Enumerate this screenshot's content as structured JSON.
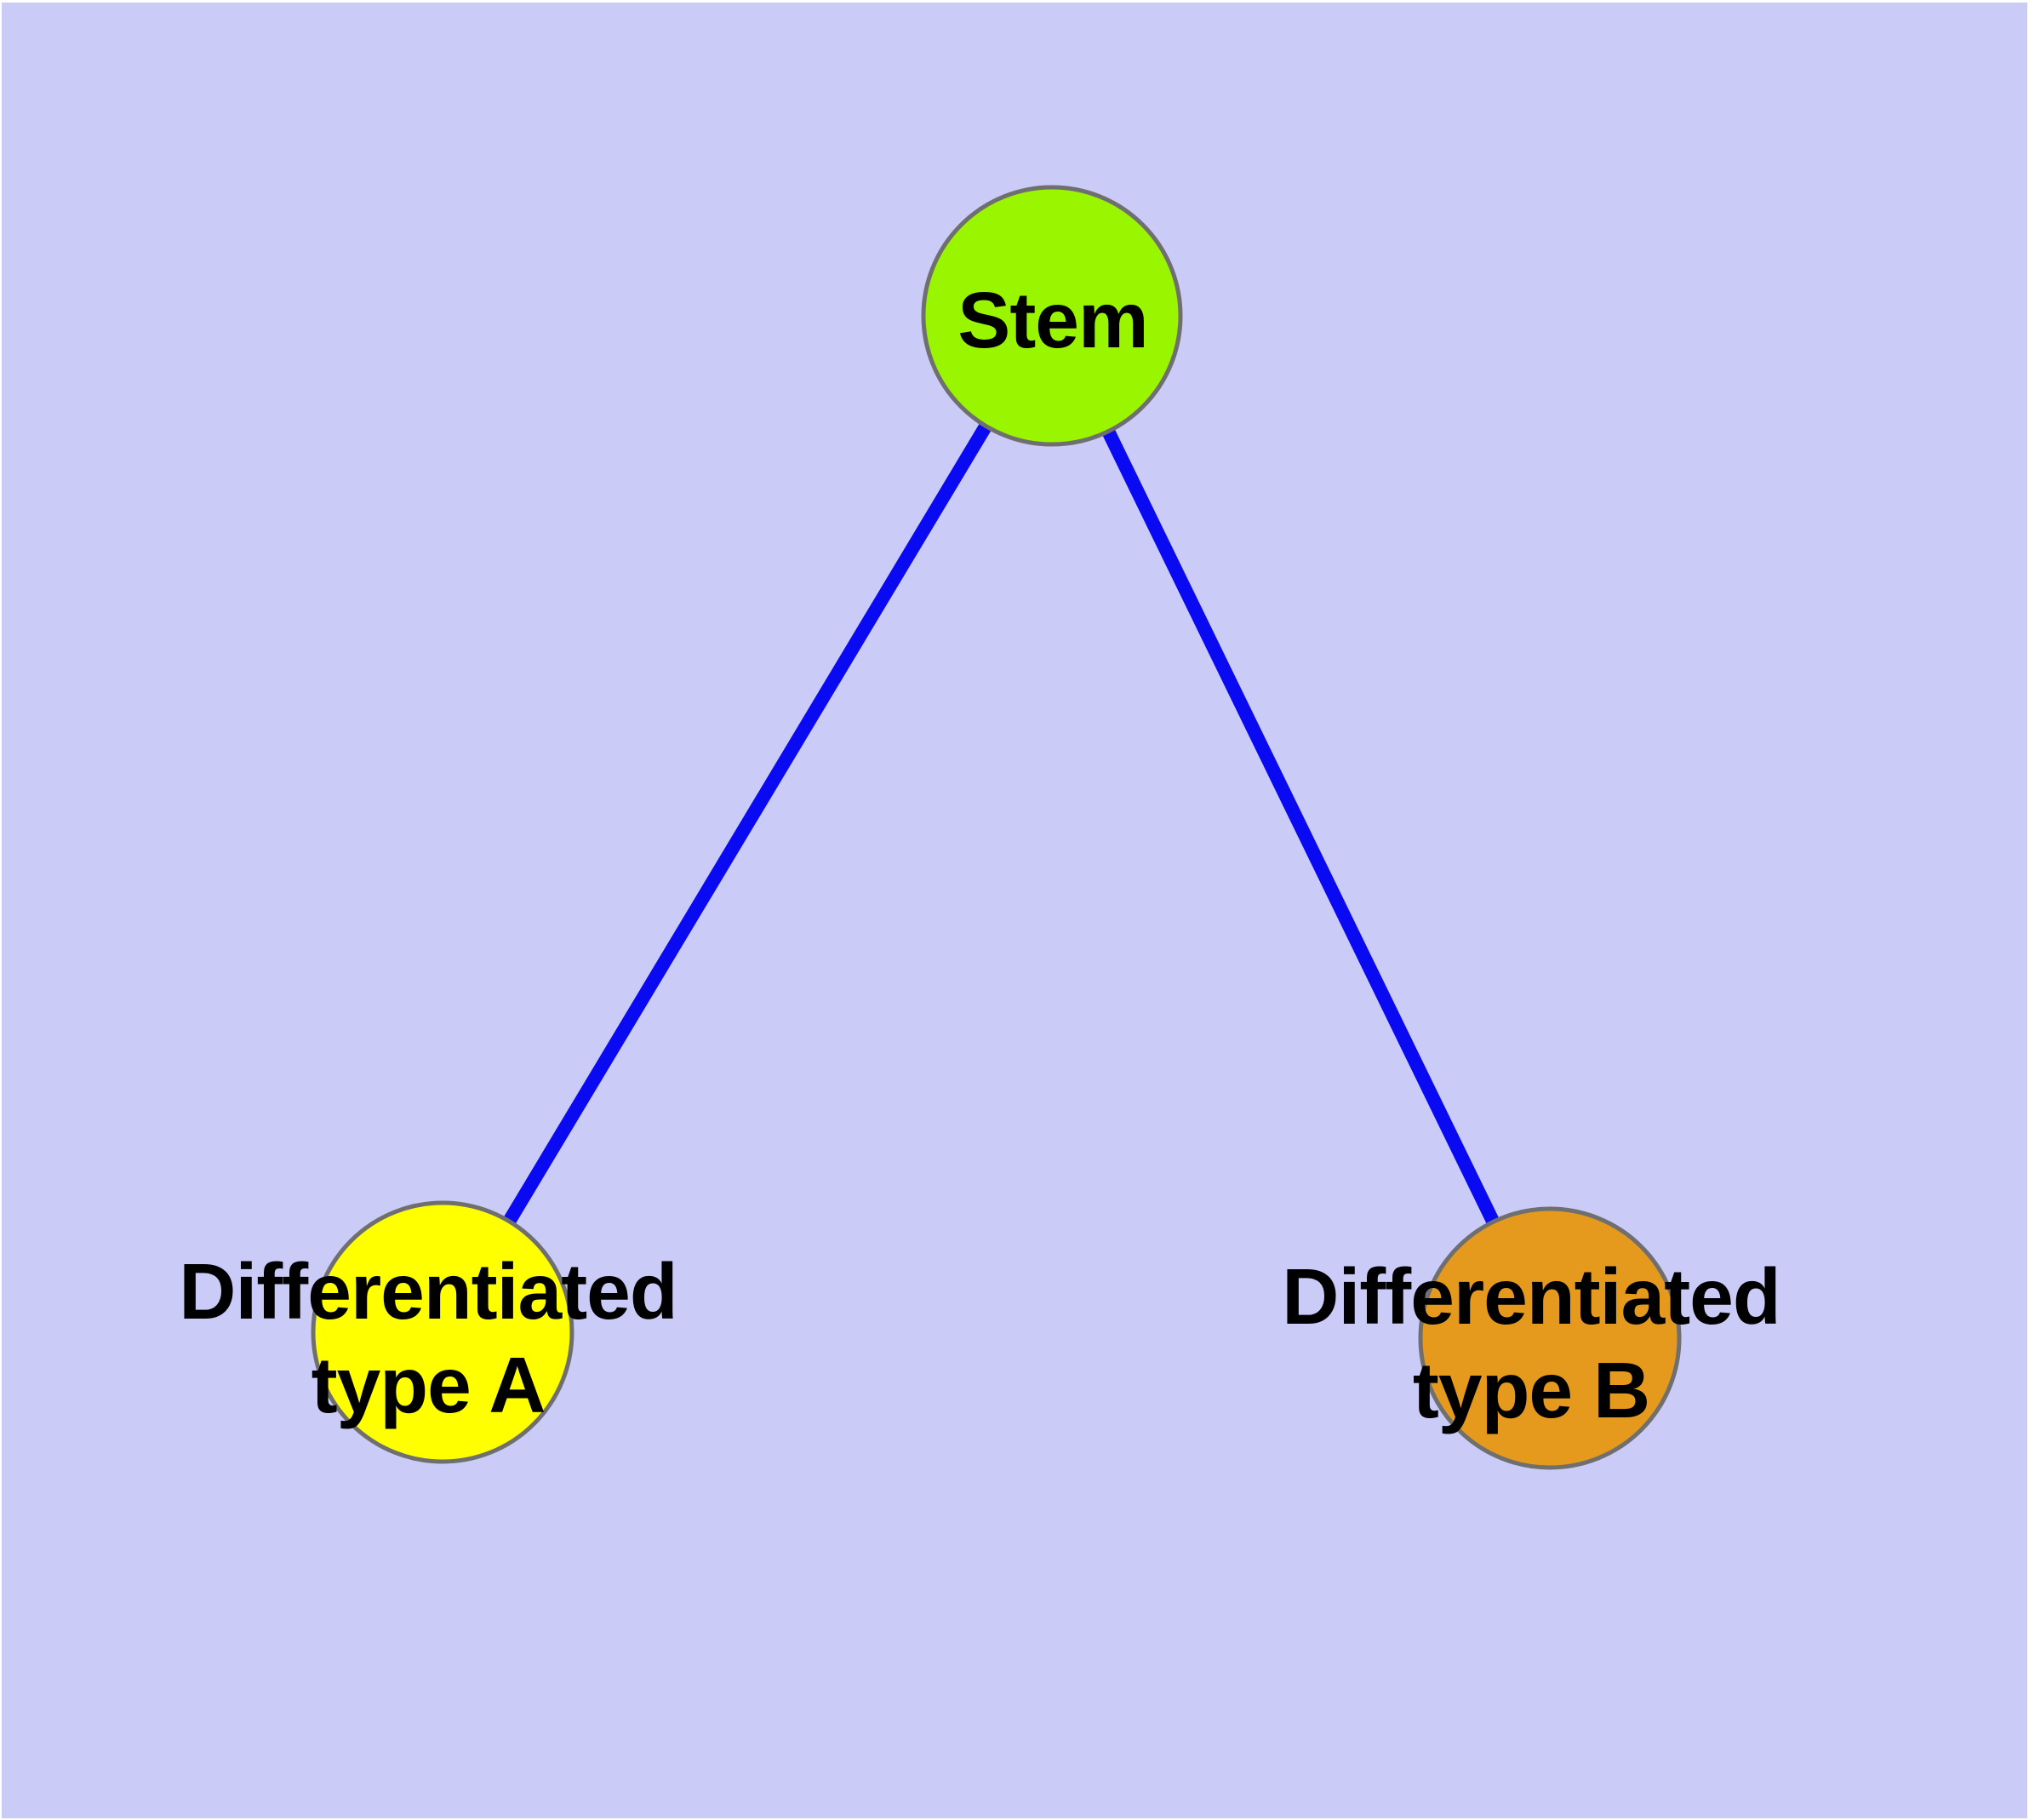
{
  "canvas": {
    "panel_color": "#cbcbf7",
    "frame_color": "#ffffff"
  },
  "graph": {
    "edge_color": "#0a0af2",
    "node_border_color": "#6f6f6f",
    "nodes": [
      {
        "id": "stem",
        "label": "Stem",
        "color": "#99f600"
      },
      {
        "id": "differentiated-type-a",
        "label_line1": "Differentiated",
        "label_line2": "type A",
        "color": "#ffff00"
      },
      {
        "id": "differentiated-type-b",
        "label_line1": "Differentiated",
        "label_line2": "type B",
        "color": "#e59a1e"
      }
    ],
    "edges": [
      {
        "from": "stem",
        "to": "differentiated-type-a"
      },
      {
        "from": "stem",
        "to": "differentiated-type-b"
      }
    ]
  }
}
